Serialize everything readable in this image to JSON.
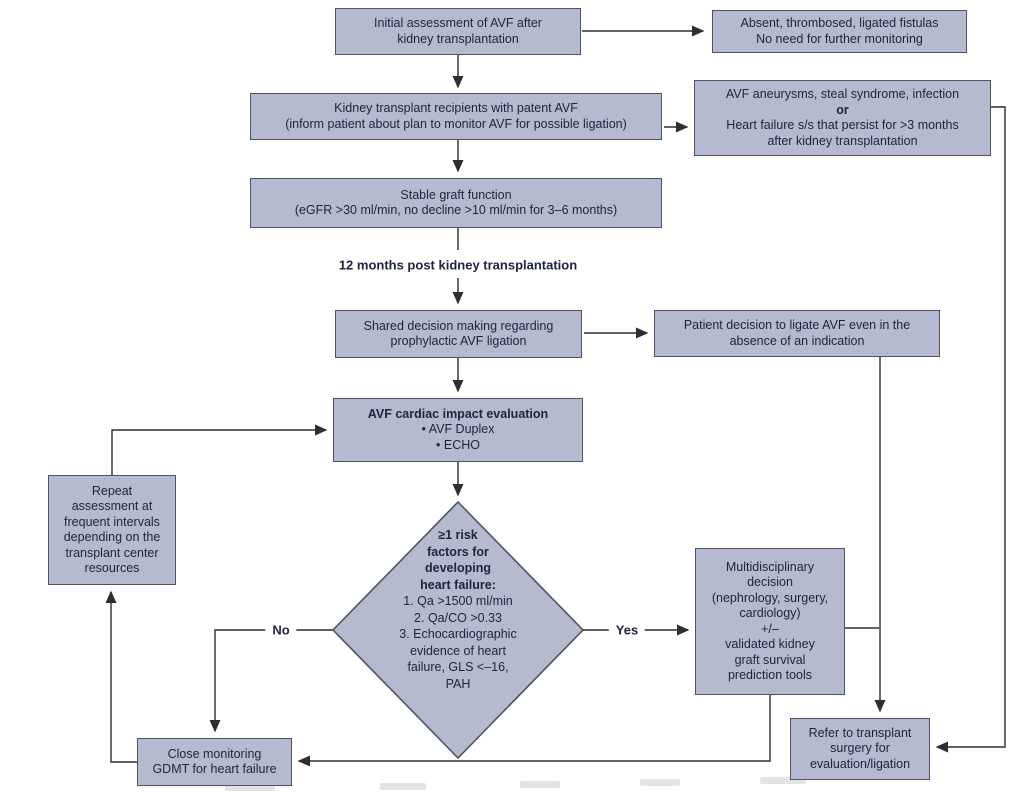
{
  "nodes": {
    "initial_assessment": {
      "lines": [
        "Initial assessment of AVF after",
        "kidney transplantation"
      ]
    },
    "absent_fistulas": {
      "lines": [
        "Absent, thrombosed, ligated fistulas",
        "No need for further monitoring"
      ]
    },
    "recipients_patent_avf": {
      "lines": [
        "Kidney transplant recipients with patent AVF",
        "(inform patient about plan to monitor AVF for possible ligation)"
      ]
    },
    "avf_complications": {
      "lines": [
        "AVF aneurysms, steal syndrome, infection",
        "or",
        "Heart failure s/s that persist for >3 months",
        "after kidney transplantation"
      ]
    },
    "stable_graft": {
      "lines": [
        "Stable graft function",
        "(eGFR >30 ml/min, no decline >10 ml/min for 3–6 months)"
      ]
    },
    "twelve_months_label": "12 months post kidney transplantation",
    "shared_decision": {
      "lines": [
        "Shared decision making regarding",
        "prophylactic AVF ligation"
      ]
    },
    "patient_decision": {
      "lines": [
        "Patient decision to ligate AVF even in the",
        "absence of an indication"
      ]
    },
    "cardiac_evaluation": {
      "title": "AVF cardiac impact evaluation",
      "bullets": [
        "• AVF Duplex",
        "• ECHO"
      ]
    },
    "repeat_assessment": {
      "lines": [
        "Repeat",
        "assessment at",
        "frequent intervals",
        "depending on the",
        "transplant center",
        "resources"
      ]
    },
    "risk_factors_diamond": {
      "bold_lines": [
        "≥1 risk",
        "factors for",
        "developing",
        "heart failure:"
      ],
      "lines": [
        "1. Qa >1500 ml/min",
        "2. Qa/CO >0.33",
        "3. Echocardiographic",
        "evidence of heart",
        "failure, GLS <–16,",
        "PAH"
      ]
    },
    "multidisciplinary": {
      "lines": [
        "Multidisciplinary",
        "decision",
        "(nephrology, surgery,",
        "cardiology)",
        "+/–",
        "validated kidney",
        "graft survival",
        "prediction tools"
      ]
    },
    "close_monitoring": {
      "lines": [
        "Close monitoring",
        "GDMT for heart failure"
      ]
    },
    "refer_surgery": {
      "lines": [
        "Refer to transplant",
        "surgery for",
        "evaluation/ligation"
      ]
    }
  },
  "edge_labels": {
    "no": "No",
    "yes": "Yes"
  },
  "colors": {
    "node_fill": "#b6bad0",
    "node_border": "#4d5269",
    "text": "#20253f",
    "arrow": "#2e2e2e",
    "background": "#ffffff"
  }
}
